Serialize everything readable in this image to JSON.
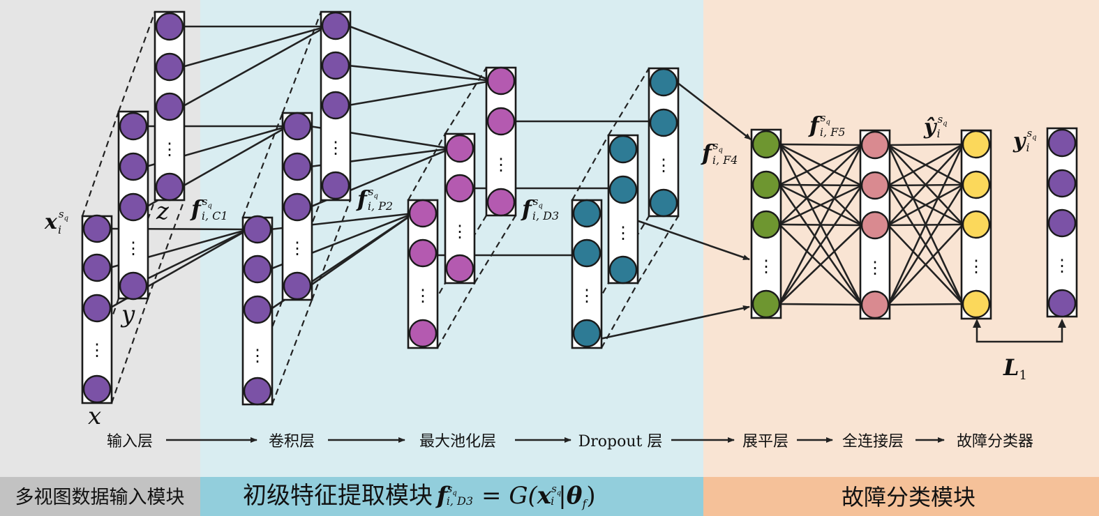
{
  "colors": {
    "region_input": "#e5e5e5",
    "region_feature": "#d9edf1",
    "region_fault": "#f9e4d3",
    "bar_input": "#c2c2c2",
    "bar_feature": "#92cedc",
    "bar_fault": "#f5c199",
    "node_purple": "#7b52a6",
    "node_magenta": "#b45ab0",
    "node_teal": "#2e7b95",
    "node_green": "#6e9630",
    "node_pink": "#d98a90",
    "node_yellow": "#fbd85b"
  },
  "axis_labels": {
    "x": "x",
    "y": "y",
    "z": "z"
  },
  "math_labels": {
    "input": {
      "base": "x",
      "sup": "s",
      "supsub": "q",
      "sub": "i"
    },
    "conv": {
      "base": "f",
      "sup": "s",
      "supsub": "q",
      "sub": "i, C1"
    },
    "pool": {
      "base": "f",
      "sup": "s",
      "supsub": "q",
      "sub": "i, P2"
    },
    "dropout": {
      "base": "f",
      "sup": "s",
      "supsub": "q",
      "sub": "i, D3"
    },
    "flatten": {
      "base": "f",
      "sup": "s",
      "supsub": "q",
      "sub": "i, F4"
    },
    "fc": {
      "base": "f",
      "sup": "s",
      "supsub": "q",
      "sub": "i, F5"
    },
    "pred": {
      "base": "ŷ",
      "sup": "s",
      "supsub": "q",
      "sub": "i"
    },
    "target": {
      "base": "y",
      "sup": "s",
      "supsub": "q",
      "sub": "i"
    },
    "loss": {
      "base": "L",
      "sub": "1"
    }
  },
  "ellipsis": "⋮",
  "flow": [
    "输入层",
    "卷积层",
    "最大池化层",
    "Dropout 层",
    "展平层",
    "全连接层",
    "故障分类器"
  ],
  "modules": {
    "input": "多视图数据输入模块",
    "feature_text": "初级特征提取模块",
    "feature_f": "f",
    "feature_sup": "s",
    "feature_supsub": "q",
    "feature_sub": "i, D3",
    "feature_eq": "= G(",
    "feature_x": "x",
    "feature_x_sup": "s",
    "feature_x_supsub": "q",
    "feature_x_sub": "i",
    "feature_bar": "|",
    "feature_theta": "θ",
    "feature_theta_sub": "f",
    "feature_close": ")",
    "fault": "故障分类模块"
  }
}
